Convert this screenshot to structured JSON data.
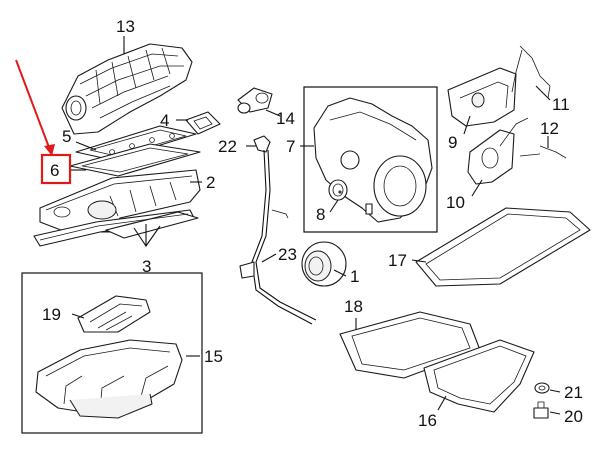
{
  "diagram": {
    "callouts": [
      {
        "id": "1",
        "label": "1"
      },
      {
        "id": "2",
        "label": "2"
      },
      {
        "id": "3",
        "label": "3"
      },
      {
        "id": "4",
        "label": "4"
      },
      {
        "id": "5",
        "label": "5"
      },
      {
        "id": "6",
        "label": "6"
      },
      {
        "id": "7",
        "label": "7"
      },
      {
        "id": "8",
        "label": "8"
      },
      {
        "id": "9",
        "label": "9"
      },
      {
        "id": "10",
        "label": "10"
      },
      {
        "id": "11",
        "label": "11"
      },
      {
        "id": "12",
        "label": "12"
      },
      {
        "id": "13",
        "label": "13"
      },
      {
        "id": "14",
        "label": "14"
      },
      {
        "id": "15",
        "label": "15"
      },
      {
        "id": "16",
        "label": "16"
      },
      {
        "id": "17",
        "label": "17"
      },
      {
        "id": "18",
        "label": "18"
      },
      {
        "id": "19",
        "label": "19"
      },
      {
        "id": "20",
        "label": "20"
      },
      {
        "id": "21",
        "label": "21"
      },
      {
        "id": "22",
        "label": "22"
      },
      {
        "id": "23",
        "label": "23"
      }
    ],
    "highlighted_callout": "6",
    "colors": {
      "highlight": "#e0191b",
      "line": "#1a1a1a"
    }
  }
}
